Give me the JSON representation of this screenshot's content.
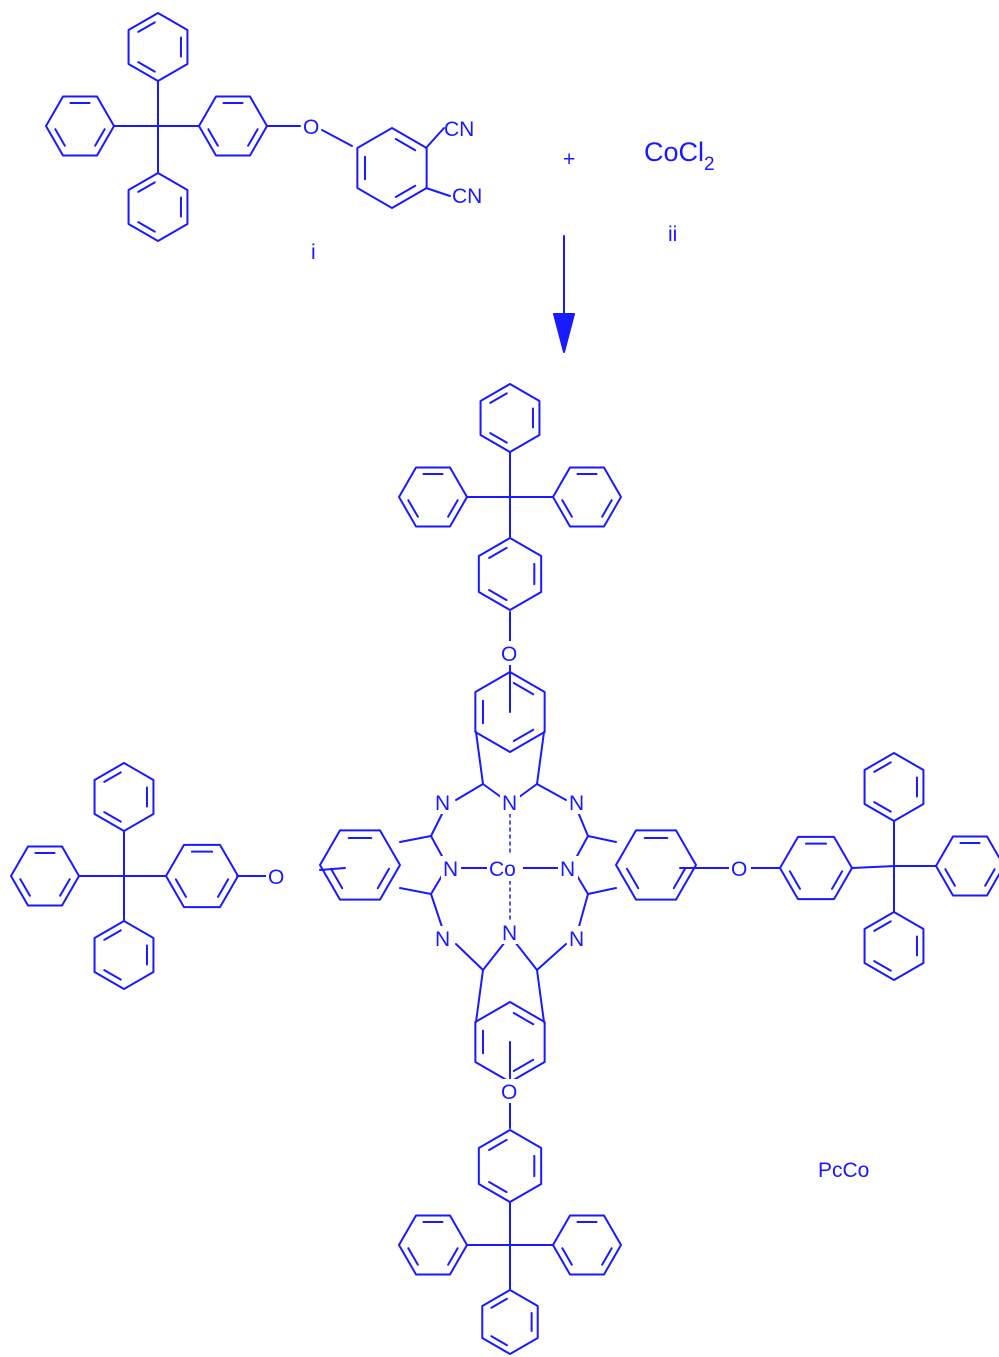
{
  "reactant_i": {
    "substituent_top": "CN",
    "substituent_bottom": "CN",
    "ether": "O",
    "label": "i"
  },
  "plus_sign": "+",
  "reactant_ii": {
    "formula_main": "CoCl",
    "formula_subscript": "2",
    "label": "ii"
  },
  "product": {
    "metal": "Co",
    "pyrrole_n": "N",
    "meso_n": "N",
    "ether": "O",
    "label": "PcCo"
  },
  "colors": {
    "ink": "#1a1aff",
    "background": "#ffffff"
  },
  "icons": {
    "reaction_arrow": "arrow-down-icon"
  }
}
